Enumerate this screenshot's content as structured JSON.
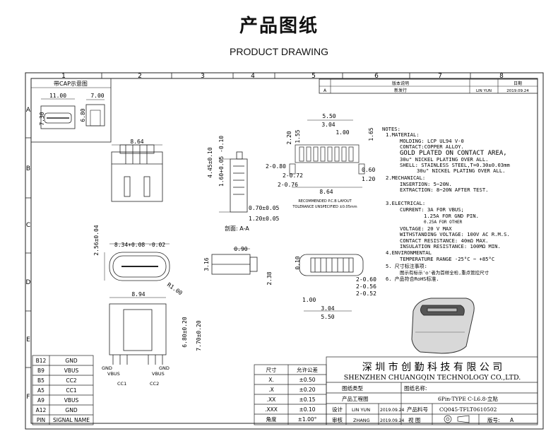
{
  "title": "产品图纸",
  "subtitle": "PRODUCT DRAWING",
  "grid": {
    "cols": [
      "1",
      "2",
      "3",
      "4",
      "5",
      "6",
      "7",
      "8"
    ],
    "rows": [
      "A",
      "B",
      "C",
      "D",
      "E",
      "F"
    ]
  },
  "revision": {
    "headers": [
      "版本说明",
      "日期"
    ],
    "row_a": {
      "ver": "A",
      "desc": "新发行",
      "by": "LIN YUN",
      "date": "2019.09.24"
    }
  },
  "cap_title": "带CAP示意图",
  "dims": {
    "cap_w": "11.00",
    "cap_h": "7.30",
    "cap_side_w": "7.00",
    "cap_side_h": "6.80",
    "top_w": "8.64",
    "h445": "4.45±0.10",
    "h160": "1.60+0.05 -0.10",
    "sec_070": "0.70±0.05",
    "sec_120": "1.20±0.05",
    "sec_label": "剖面: A-A",
    "pcb_550": "5.50",
    "pcb_304": "3.04",
    "pcb_100": "1.00",
    "pcb_220": "2.20",
    "pcb_155": "1.55",
    "pcb_165": "1.65",
    "pcb_080": "2-0.80",
    "pcb_072": "2-0.72",
    "pcb_076": "2-0.76",
    "pcb_060": "0.60",
    "pcb_120": "1.20",
    "pcb_864": "8.64",
    "pcb_note1": "RECOMMENDED P.C.B LAYOUT",
    "pcb_note2": "TOLERANCE UNSPECIFIED ±0.05mm",
    "front_834": "8.34+0.08 -0.02",
    "front_256": "2.56±0.04",
    "front_r": "R1.00",
    "side_090": "0.90",
    "side_316": "3.16",
    "side_238": "2.38",
    "bot_010": "0.10",
    "bot_060": "2-0.60",
    "bot_056": "2-0.56",
    "bot_052": "2-0.52",
    "bot_100": "1.00",
    "bot_304": "3.04",
    "bot_550": "5.50",
    "v_894": "8.94",
    "v_680": "6.80±0.20",
    "v_770": "7.70±0.20"
  },
  "pin_labels": {
    "gnd_l": "GND",
    "vbus_l": "VBUS",
    "cc1": "CC1",
    "cc2": "CC2",
    "gnd_r": "GND",
    "vbus_r": "VBUS"
  },
  "notes": [
    "NOTES:",
    "1.MATERIAL:",
    "MOLDING: LCP UL94 V-0",
    "CONTACT:COPPER ALLOY.",
    "GOLD PLATED ON CONTACT AREA,",
    "30u\" NICKEL PLATING OVER ALL.",
    "SHELL: STAINLESS STEEL,T=0.30±0.03mm",
    "30u\" NICKEL PLATING OVER ALL.",
    "2.MECHANICAL:",
    "INSERTION: 5~20N.",
    "EXTRACTION: 8~20N AFTER TEST.",
    "3.ELECTRICAL:",
    "CURRENT: 3A FOR VBUS;",
    "1.25A FOR GND PIN.",
    "0.25A FOR OTHER",
    "VOLTAGE: 20 V MAX",
    "WITHSTANDING VOLTAGE: 100V AC R.M.S.",
    "CONTACT RESISTANCE: 40mΩ MAX.",
    "INSULATION RESISTANCE: 100MΩ MIN.",
    "4.ENVIRONMENTAL",
    "TEMPERATURE RANGE -25°C ~ +85°C",
    "5. 尺寸标注事项:",
    "图示有标示'◎'者为首样全检,重点管控尺寸",
    "6. 产品符合RoHS标准."
  ],
  "pin_table": [
    [
      "B12",
      "GND"
    ],
    [
      "B9",
      "VBUS"
    ],
    [
      "B5",
      "CC2"
    ],
    [
      "A5",
      "CC1"
    ],
    [
      "A9",
      "VBUS"
    ],
    [
      "A12",
      "GND"
    ],
    [
      "PIN",
      "SIGNAL NAME"
    ]
  ],
  "tolerance": {
    "header": [
      "尺寸",
      "允许公差"
    ],
    "rows": [
      [
        "X.",
        "±0.50"
      ],
      [
        ".X",
        "±0.20"
      ],
      [
        ".XX",
        "±0.15"
      ],
      [
        ".XXX",
        "±0.10"
      ],
      [
        "角度",
        "±1.00°"
      ]
    ]
  },
  "company_cn": "深 圳 市 创 勤 科 技 有 限 公 司",
  "company_en": "SHENZHEN CHUANGQIN TECHNOLOGY CO.,LTD.",
  "title_block": {
    "type_label": "图纸类型",
    "name_label": "图纸名称:",
    "proj_label": "产品工程图",
    "name_value": "6Pin-TYPE C-L6.8-立贴",
    "design_label": "设计",
    "designer": "LIN YUN",
    "design_date": "2019.09.24",
    "part_label": "产品料号",
    "part_value": "CQ045-TFLT0610502",
    "review_label": "审核",
    "reviewer": "ZHANG",
    "review_date": "2019.09.24",
    "view_label": "视 图",
    "rev_label": "版号:",
    "rev_value": "A"
  }
}
